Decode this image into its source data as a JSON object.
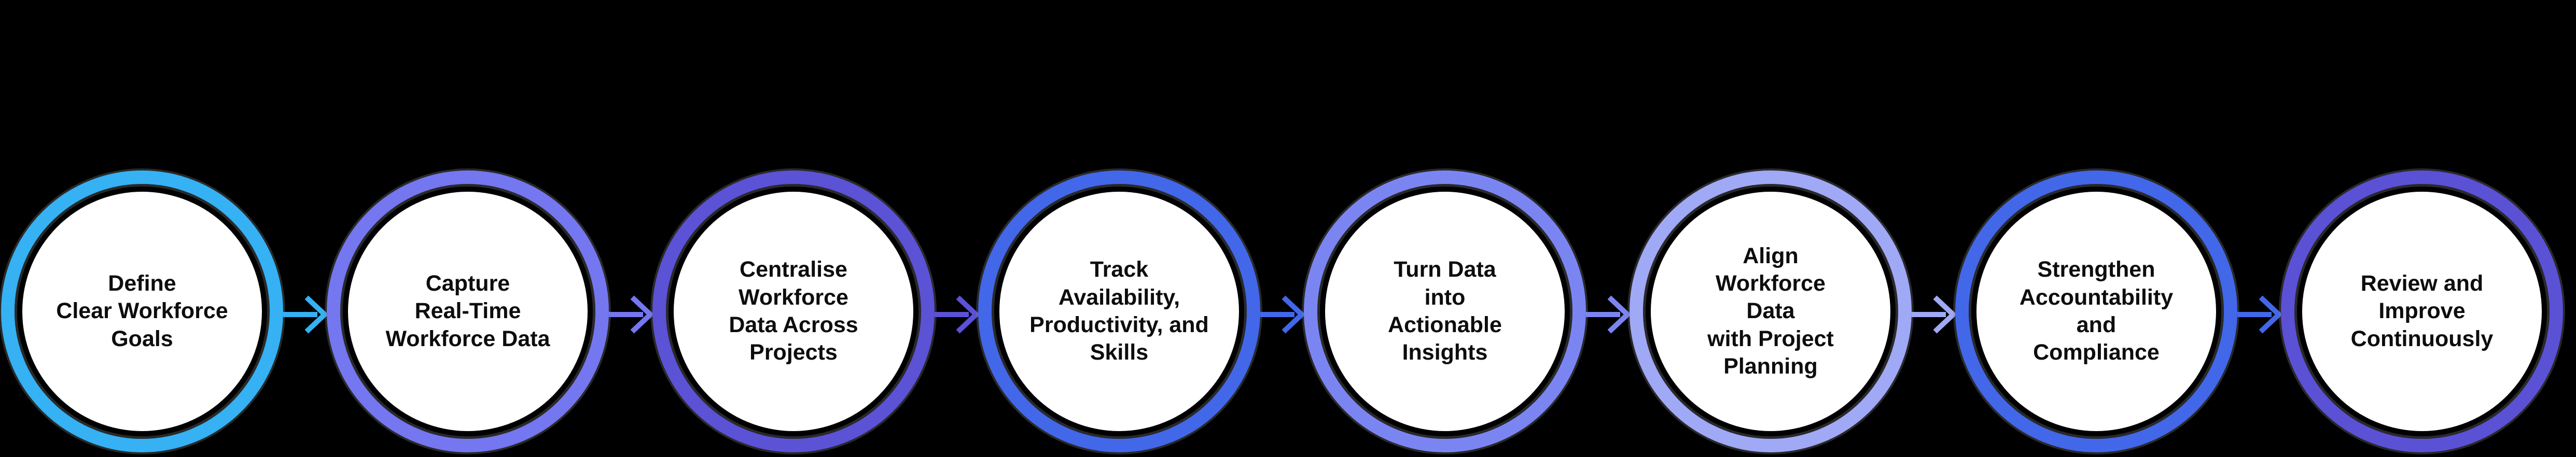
{
  "diagram": {
    "type": "horizontal-process-flow",
    "background_color": "#000000",
    "circle_fill": "#ffffff",
    "text_color": "#0d0d0d",
    "steps": [
      {
        "label": "Define\nClear Workforce\nGoals",
        "ring_color": "#35B1F4",
        "arrow_color": "#35B1F4"
      },
      {
        "label": "Capture\nReal-Time\nWorkforce Data",
        "ring_color": "#7477EF",
        "arrow_color": "#7477EF"
      },
      {
        "label": "Centralise\nWorkforce\nData Across\nProjects",
        "ring_color": "#5B52D6",
        "arrow_color": "#5B52D6"
      },
      {
        "label": "Track\nAvailability,\nProductivity, and\nSkills",
        "ring_color": "#4267E9",
        "arrow_color": "#4267E9"
      },
      {
        "label": "Turn Data\ninto\nActionable\nInsights",
        "ring_color": "#7B85F2",
        "arrow_color": "#7B85F2"
      },
      {
        "label": "Align\nWorkforce\nData\nwith Project\nPlanning",
        "ring_color": "#9FA9F6",
        "arrow_color": "#9FA9F6"
      },
      {
        "label": "Strengthen\nAccountability\nand\nCompliance",
        "ring_color": "#4267E9",
        "arrow_color": "#4267E9"
      },
      {
        "label": "Review and\nImprove\nContinuously",
        "ring_color": "#5B51D5",
        "arrow_color": null
      }
    ]
  }
}
